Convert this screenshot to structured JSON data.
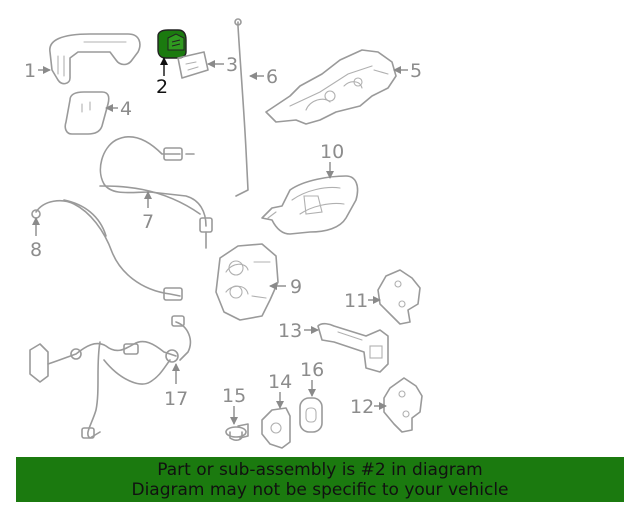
{
  "colors": {
    "highlight": "#1b7a0f",
    "line": "#9a9a9a",
    "active_text": "#111111"
  },
  "callouts": [
    "1",
    "2",
    "3",
    "4",
    "5",
    "6",
    "7",
    "8",
    "9",
    "10",
    "11",
    "12",
    "13",
    "14",
    "15",
    "16",
    "17"
  ],
  "highlighted_callout": "2",
  "banner": {
    "line1": "Part or sub-assembly is #2 in diagram",
    "line2": "Diagram may not be specific to your vehicle"
  }
}
